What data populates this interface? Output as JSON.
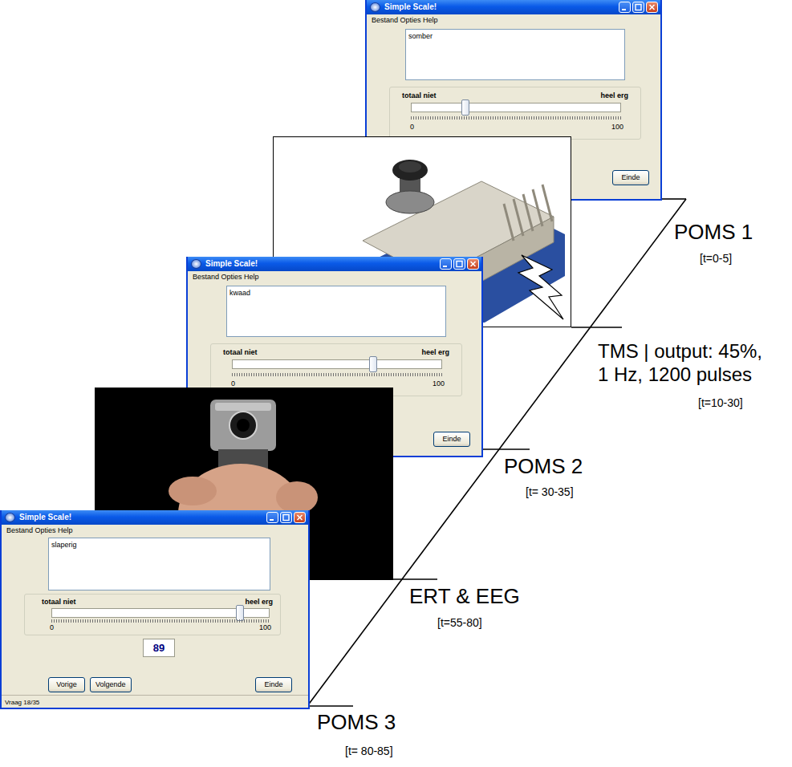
{
  "diagram": {
    "nodes": [
      {
        "text": [
          "Simple Scale!",
          "Bestand Opties Help",
          "somber",
          "totaal niet",
          "heel erg",
          "0",
          "100",
          "Einde"
        ]
      },
      {
        "text": [
          "Simple Scale!",
          "Bestand Opties Help",
          "kwaad",
          "totaal niet",
          "heel erg",
          "0",
          "100",
          "Einde"
        ]
      },
      {
        "text": [
          "Simple Scale!",
          "Bestand Opties Help",
          "slaperig",
          "totaal niet",
          "heel erg",
          "0",
          "100",
          "89",
          "Vorige",
          "Volgende",
          "Einde",
          "Vraag 18/35"
        ]
      }
    ],
    "labels": [
      "POMS 1",
      "[t=0-5]",
      "TMS | output: 45%, 1 Hz, 1200 pulses",
      "[t=10-30]",
      "POMS 2",
      "[t= 30-35]",
      "ERT & EEG",
      "[t=55-80]",
      "POMS 3",
      "[t= 80-85]"
    ]
  }
}
